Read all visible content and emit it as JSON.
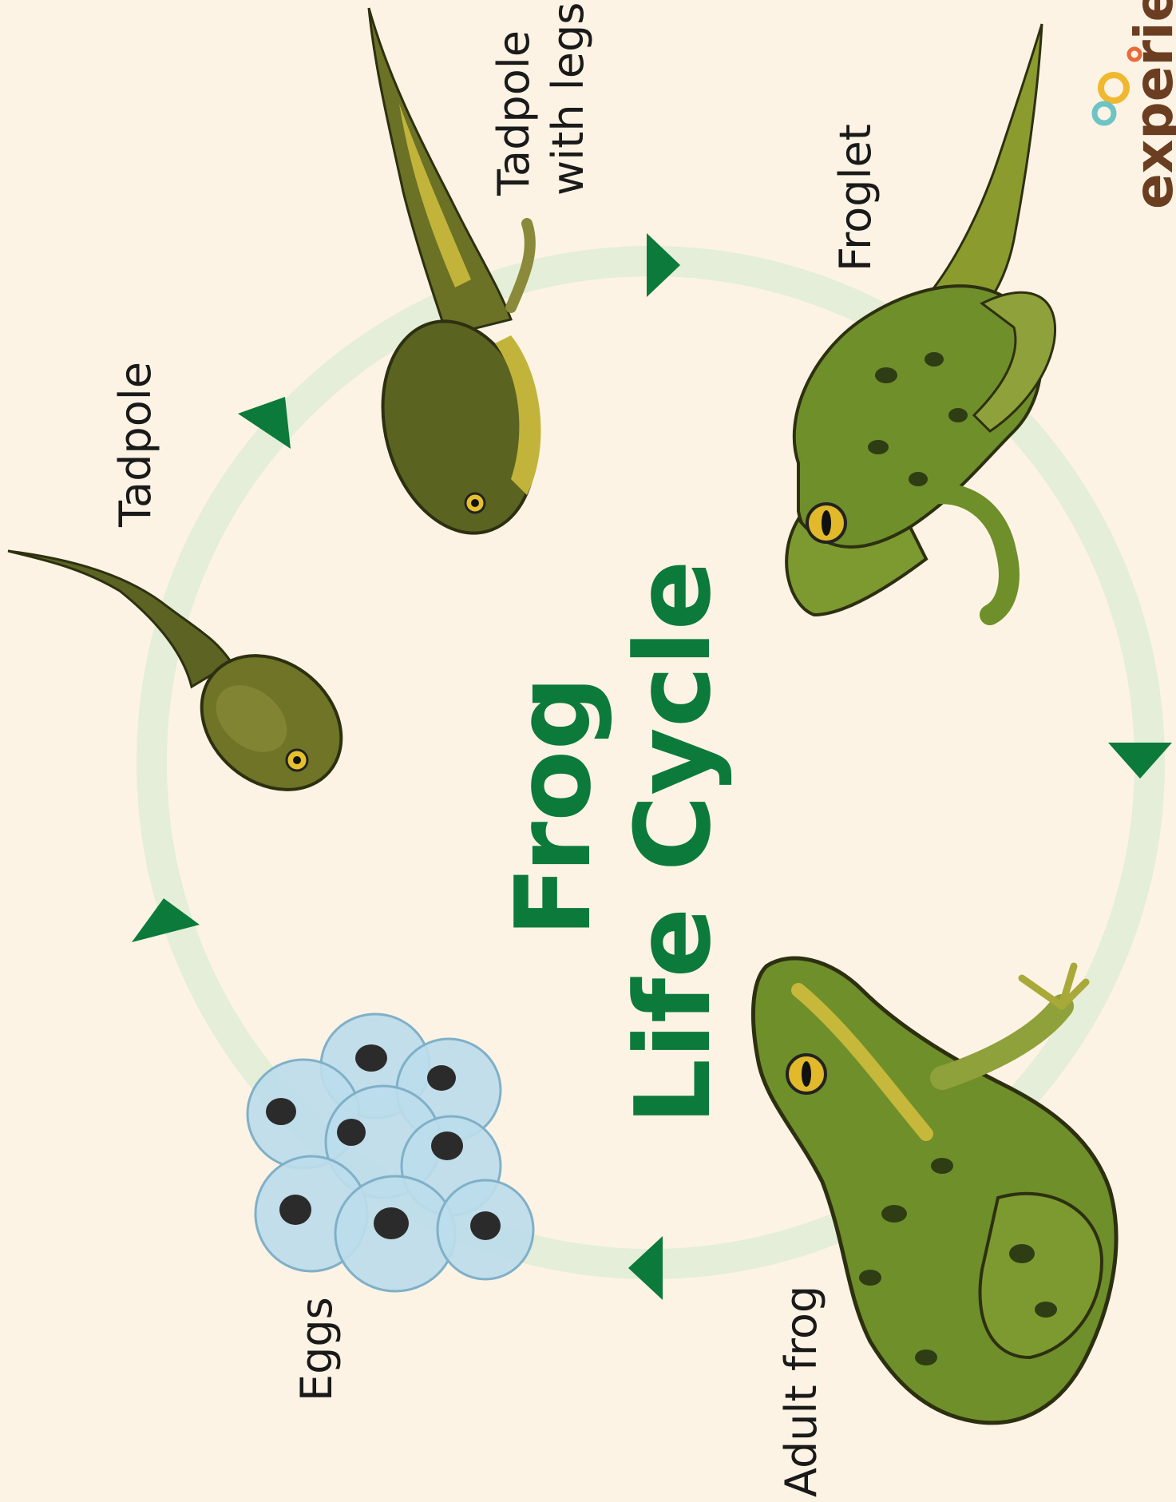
{
  "title": {
    "line1": "Frog",
    "line2": "Life Cycle"
  },
  "stages": {
    "eggs": "Eggs",
    "tadpole": "Tadpole",
    "tadpole_with_legs_line1": "Tadpole",
    "tadpole_with_legs_line2": "with legs",
    "froglet": "Froglet",
    "adult_frog": "Adult frog"
  },
  "logo": {
    "text": "experien"
  },
  "colors": {
    "background": "#fdf3e4",
    "cycle_ring": "#e4eed8",
    "arrow": "#0b7a3a",
    "title": "#0b7a3a",
    "egg": "#b9d9e8",
    "frog_green": "#6f8f2a",
    "frog_dark": "#3d4f1a",
    "frog_yellow": "#c6b83a"
  },
  "icons": [
    "cycle-arrow-icon",
    "logo-rings-icon"
  ]
}
